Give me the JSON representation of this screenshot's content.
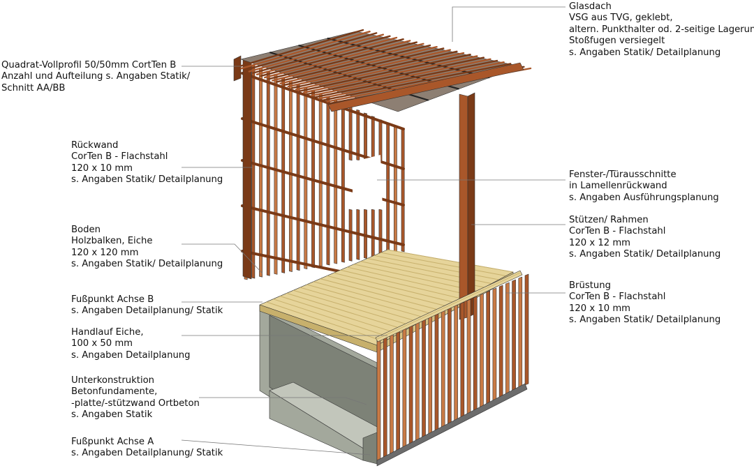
{
  "annotations": {
    "glasdach": [
      "Glasdach",
      "VSG aus TVG, geklebt,",
      "altern. Punkthalter od. 2-seitige Lagerung",
      "Stoßfugen versiegelt",
      "s. Angaben Statik/ Detailplanung"
    ],
    "quadrat": [
      "Quadrat-Vollprofil 50/50mm CortTen B",
      "Anzahl und Aufteilung s. Angaben Statik/",
      "Schnitt AA/BB"
    ],
    "rueckwand": [
      "Rückwand",
      "CorTen B - Flachstahl",
      "120 x 10 mm",
      "s. Angaben Statik/ Detailplanung"
    ],
    "fenster": [
      "Fenster-/Türausschnitte",
      "in Lamellenrückwand",
      "s. Angaben Ausführungsplanung"
    ],
    "stuetzen": [
      "Stützen/ Rahmen",
      "CorTen B - Flachstahl",
      "120 x 12 mm",
      "s. Angaben Statik/ Detailplanung"
    ],
    "boden": [
      "Boden",
      "Holzbalken, Eiche",
      "120 x 120 mm",
      "s. Angaben Statik/ Detailplanung"
    ],
    "fusspunkt_b": [
      "Fußpunkt Achse B",
      "s. Angaben Detailplanung/ Statik"
    ],
    "bruestung": [
      "Brüstung",
      "CorTen B - Flachstahl",
      "120 x 10 mm",
      "s. Angaben Statik/ Detailplanung"
    ],
    "handlauf": [
      "Handlauf Eiche,",
      "100 x 50 mm",
      "s. Angaben Detailplanung"
    ],
    "unterkonstruktion": [
      "Unterkonstruktion",
      "Betonfundamente,",
      "-platte/-stützwand Ortbeton",
      "s. Angaben Statik"
    ],
    "fusspunkt_a": [
      "Fußpunkt Achse A",
      "s. Angaben Detailplanung/ Statik"
    ]
  },
  "colors": {
    "corten": "#a9572a",
    "corten_dark": "#7a3a17",
    "corten_light": "#c97a45",
    "wood": "#e6d49a",
    "wood_dark": "#c7b06c",
    "concrete": "#a3a89c",
    "concrete_dark": "#7d8277",
    "concrete_light": "#c2c6bb",
    "glass": "#8d7f73",
    "leader": "#777777"
  }
}
